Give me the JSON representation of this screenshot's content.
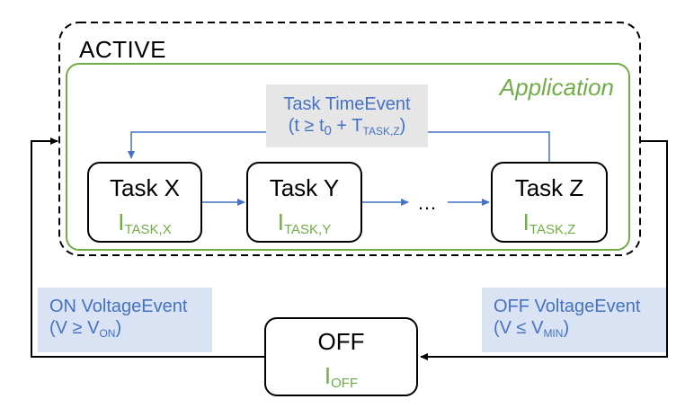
{
  "states": {
    "active": {
      "label": "ACTIVE"
    },
    "application": {
      "label": "Application"
    },
    "off": {
      "label": "OFF",
      "current": {
        "base": "I",
        "sub": "OFF"
      }
    }
  },
  "tasks": [
    {
      "id": "x",
      "label": "Task X",
      "current": {
        "base": "I",
        "sub": "TASK,X"
      }
    },
    {
      "id": "y",
      "label": "Task Y",
      "current": {
        "base": "I",
        "sub": "TASK,Y"
      }
    },
    {
      "id": "z",
      "label": "Task Z",
      "current": {
        "base": "I",
        "sub": "TASK,Z"
      }
    }
  ],
  "ellipsis": "…",
  "events": {
    "task_time": {
      "title": "Task TimeEvent",
      "cond_open": "(t ≥ t",
      "cond_t_sub": "0",
      "cond_plus": " + T",
      "cond_T_sub": "TASK,Z",
      "cond_close": ")"
    },
    "on_voltage": {
      "title": "ON VoltageEvent",
      "cond_open": "(V ≥ V",
      "cond_sub": "ON",
      "cond_close": ")"
    },
    "off_voltage": {
      "title": "OFF VoltageEvent",
      "cond_open": "(V ≤ V",
      "cond_sub": "MIN",
      "cond_close": ")"
    }
  },
  "colors": {
    "accent_green": "#70ad47",
    "event_blue_text": "#4472c4",
    "event_blue_fill": "#dae3f3",
    "event_gray_fill": "#e7e6e6",
    "arrow_blue": "#4472c4",
    "border_black": "#000000"
  }
}
